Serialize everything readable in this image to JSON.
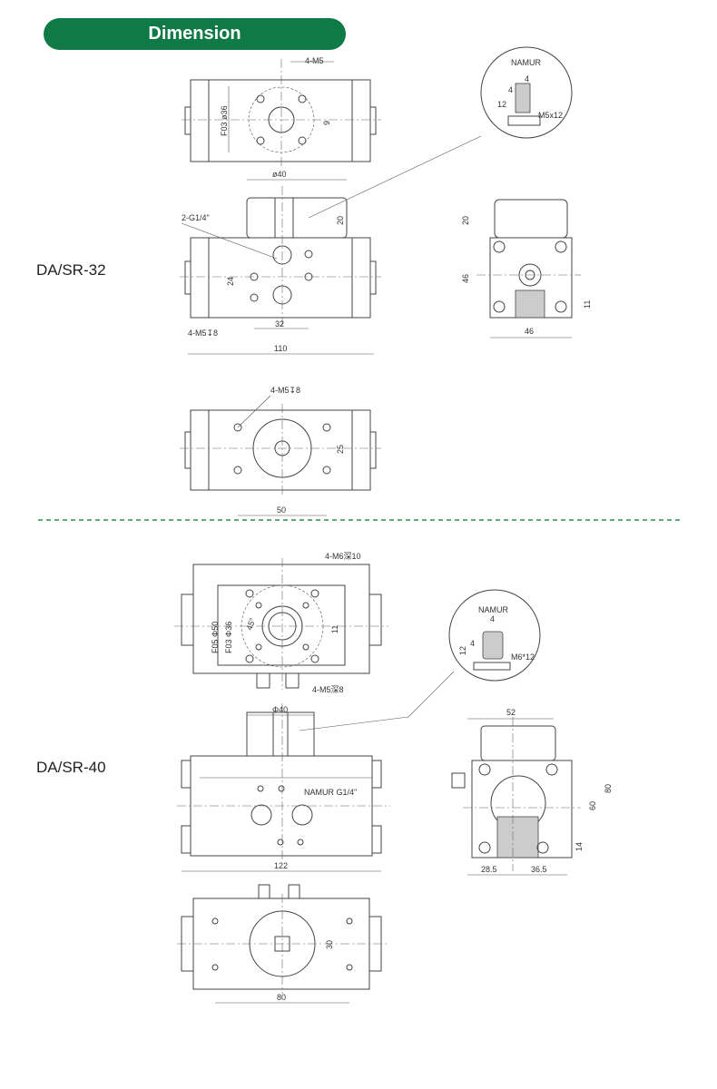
{
  "header": {
    "title": "Dimension"
  },
  "models": [
    {
      "name": "DA/SR-32",
      "labels": {
        "bolts_top": "4-M5",
        "flange": "F03 ø36",
        "square": "9",
        "piston_dia": "ø40",
        "cap_h": "20",
        "ports": "2-G1/4\"",
        "hole_spacing_v": "24",
        "bottom_holes": "4-M5↧8",
        "hole_spacing_h": "32",
        "length": "110",
        "namur": "NAMUR",
        "namur_w": "4",
        "namur_d": "4",
        "namur_h": "12",
        "namur_thread": "M5x12",
        "side_cap_h": "20",
        "side_h": "46",
        "side_w": "46",
        "side_off": "11",
        "base_holes": "4-M5↧8",
        "base_v": "25",
        "base_h": "50"
      }
    },
    {
      "name": "DA/SR-40",
      "labels": {
        "bolts_top": "4-M6深10",
        "flange_outer": "F05 Φ50",
        "flange_inner": "F03 Φ36",
        "square": "11",
        "angle": "45°",
        "bolts_bottom": "4-M5深8",
        "piston_dia": "Φ40",
        "ports": "NAMUR G1/4\"",
        "length": "122",
        "namur": "NAMUR",
        "namur_w": "4",
        "namur_d": "4",
        "namur_h": "12",
        "namur_thread": "M6*12",
        "side_w": "52",
        "side_h1": "80",
        "side_h2": "60",
        "side_off": "14",
        "side_l": "28.5",
        "side_r": "36.5",
        "base_v": "30",
        "base_h": "80"
      }
    }
  ],
  "colors": {
    "accent": "#0f7a46"
  }
}
